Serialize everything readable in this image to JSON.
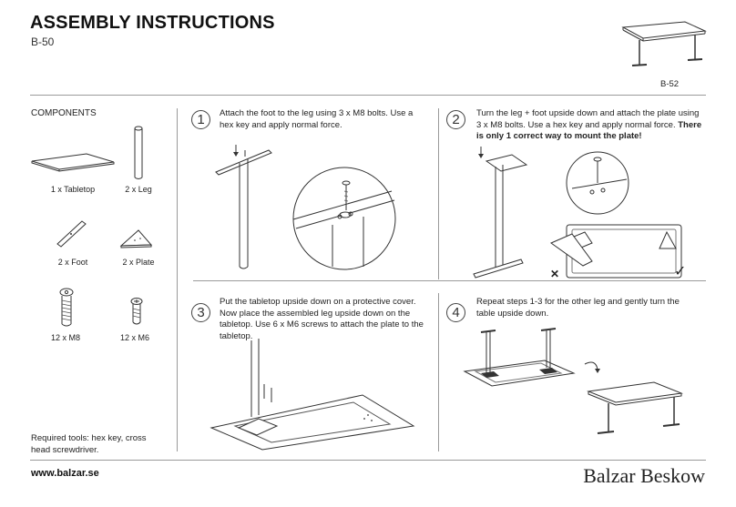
{
  "header": {
    "title": "ASSEMBLY INSTRUCTIONS",
    "model": "B-50",
    "related_model": "B-52"
  },
  "components": {
    "heading": "COMPONENTS",
    "items": [
      {
        "label": "1 x Tabletop"
      },
      {
        "label": "2 x Leg"
      },
      {
        "label": "2 x Foot"
      },
      {
        "label": "2 x Plate"
      },
      {
        "label": "12 x M8"
      },
      {
        "label": "12 x M6"
      }
    ],
    "tools": "Required tools: hex key, cross head screwdriver."
  },
  "steps": [
    {
      "number": "1",
      "text": "Attach the foot to the leg using 3 x M8 bolts. Use a hex key and apply normal force."
    },
    {
      "number": "2",
      "text": "Turn the leg + foot upside down and attach the plate using 3 x M8 bolts. Use a hex key and apply normal force.",
      "emphasis": "There is only 1 correct way to mount the plate!"
    },
    {
      "number": "3",
      "text": "Put the tabletop upside down on a protective cover. Now place the assembled leg upside down on the tabletop. Use 6 x M6 screws to attach the plate to the tabletop."
    },
    {
      "number": "4",
      "text": "Repeat steps 1-3 for the other leg and gently turn the table upside down."
    }
  ],
  "footer": {
    "website": "www.balzar.se",
    "brand": "Balzar Beskow"
  },
  "icons": [
    "wrong-cross-icon",
    "correct-check-icon",
    "rotate-arrow-icon"
  ]
}
